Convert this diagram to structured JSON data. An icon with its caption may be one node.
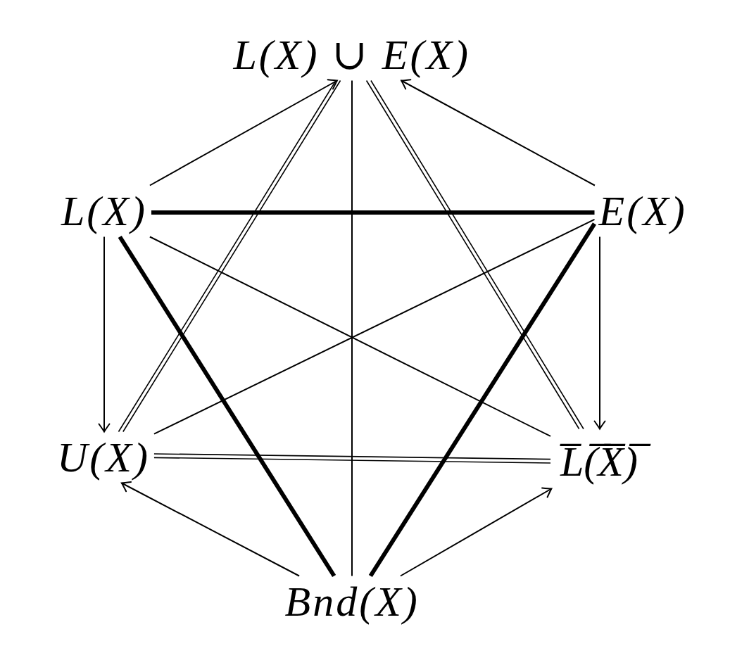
{
  "diagram": {
    "nodes": [
      {
        "text": [
          "L(X) ∪ E(X)"
        ]
      },
      {
        "text": [
          "L(X)"
        ]
      },
      {
        "text": [
          "E(X)"
        ]
      },
      {
        "text": [
          "U(X)"
        ]
      },
      {
        "text": [
          "L̅(̅X̅)̅"
        ]
      },
      {
        "text": [
          "Bnd(X)"
        ]
      }
    ],
    "edges": [
      {
        "from": 1,
        "to": 0,
        "arrow": "to"
      },
      {
        "from": 2,
        "to": 0,
        "arrow": "to"
      },
      {
        "from": 0,
        "to": 5,
        "arrow": "none"
      },
      {
        "from": 3,
        "to": 0,
        "arrow": "none"
      },
      {
        "from": 3,
        "to": 0,
        "arrow": "none"
      },
      {
        "from": 0,
        "to": 4,
        "arrow": "none"
      },
      {
        "from": 0,
        "to": 4,
        "arrow": "none"
      },
      {
        "from": 1,
        "to": 2,
        "arrow": "none",
        "style": "thick"
      },
      {
        "from": 1,
        "to": 3,
        "arrow": "to"
      },
      {
        "from": 2,
        "to": 4,
        "arrow": "to"
      },
      {
        "from": 1,
        "to": 4,
        "arrow": "none"
      },
      {
        "from": 2,
        "to": 3,
        "arrow": "none"
      },
      {
        "from": 1,
        "to": 5,
        "arrow": "none",
        "style": "thick"
      },
      {
        "from": 2,
        "to": 5,
        "arrow": "none",
        "style": "thick"
      },
      {
        "from": 3,
        "to": 4,
        "arrow": "none"
      },
      {
        "from": 3,
        "to": 4,
        "arrow": "none"
      },
      {
        "from": 5,
        "to": 3,
        "arrow": "to"
      },
      {
        "from": 5,
        "to": 4,
        "arrow": "to"
      }
    ]
  }
}
